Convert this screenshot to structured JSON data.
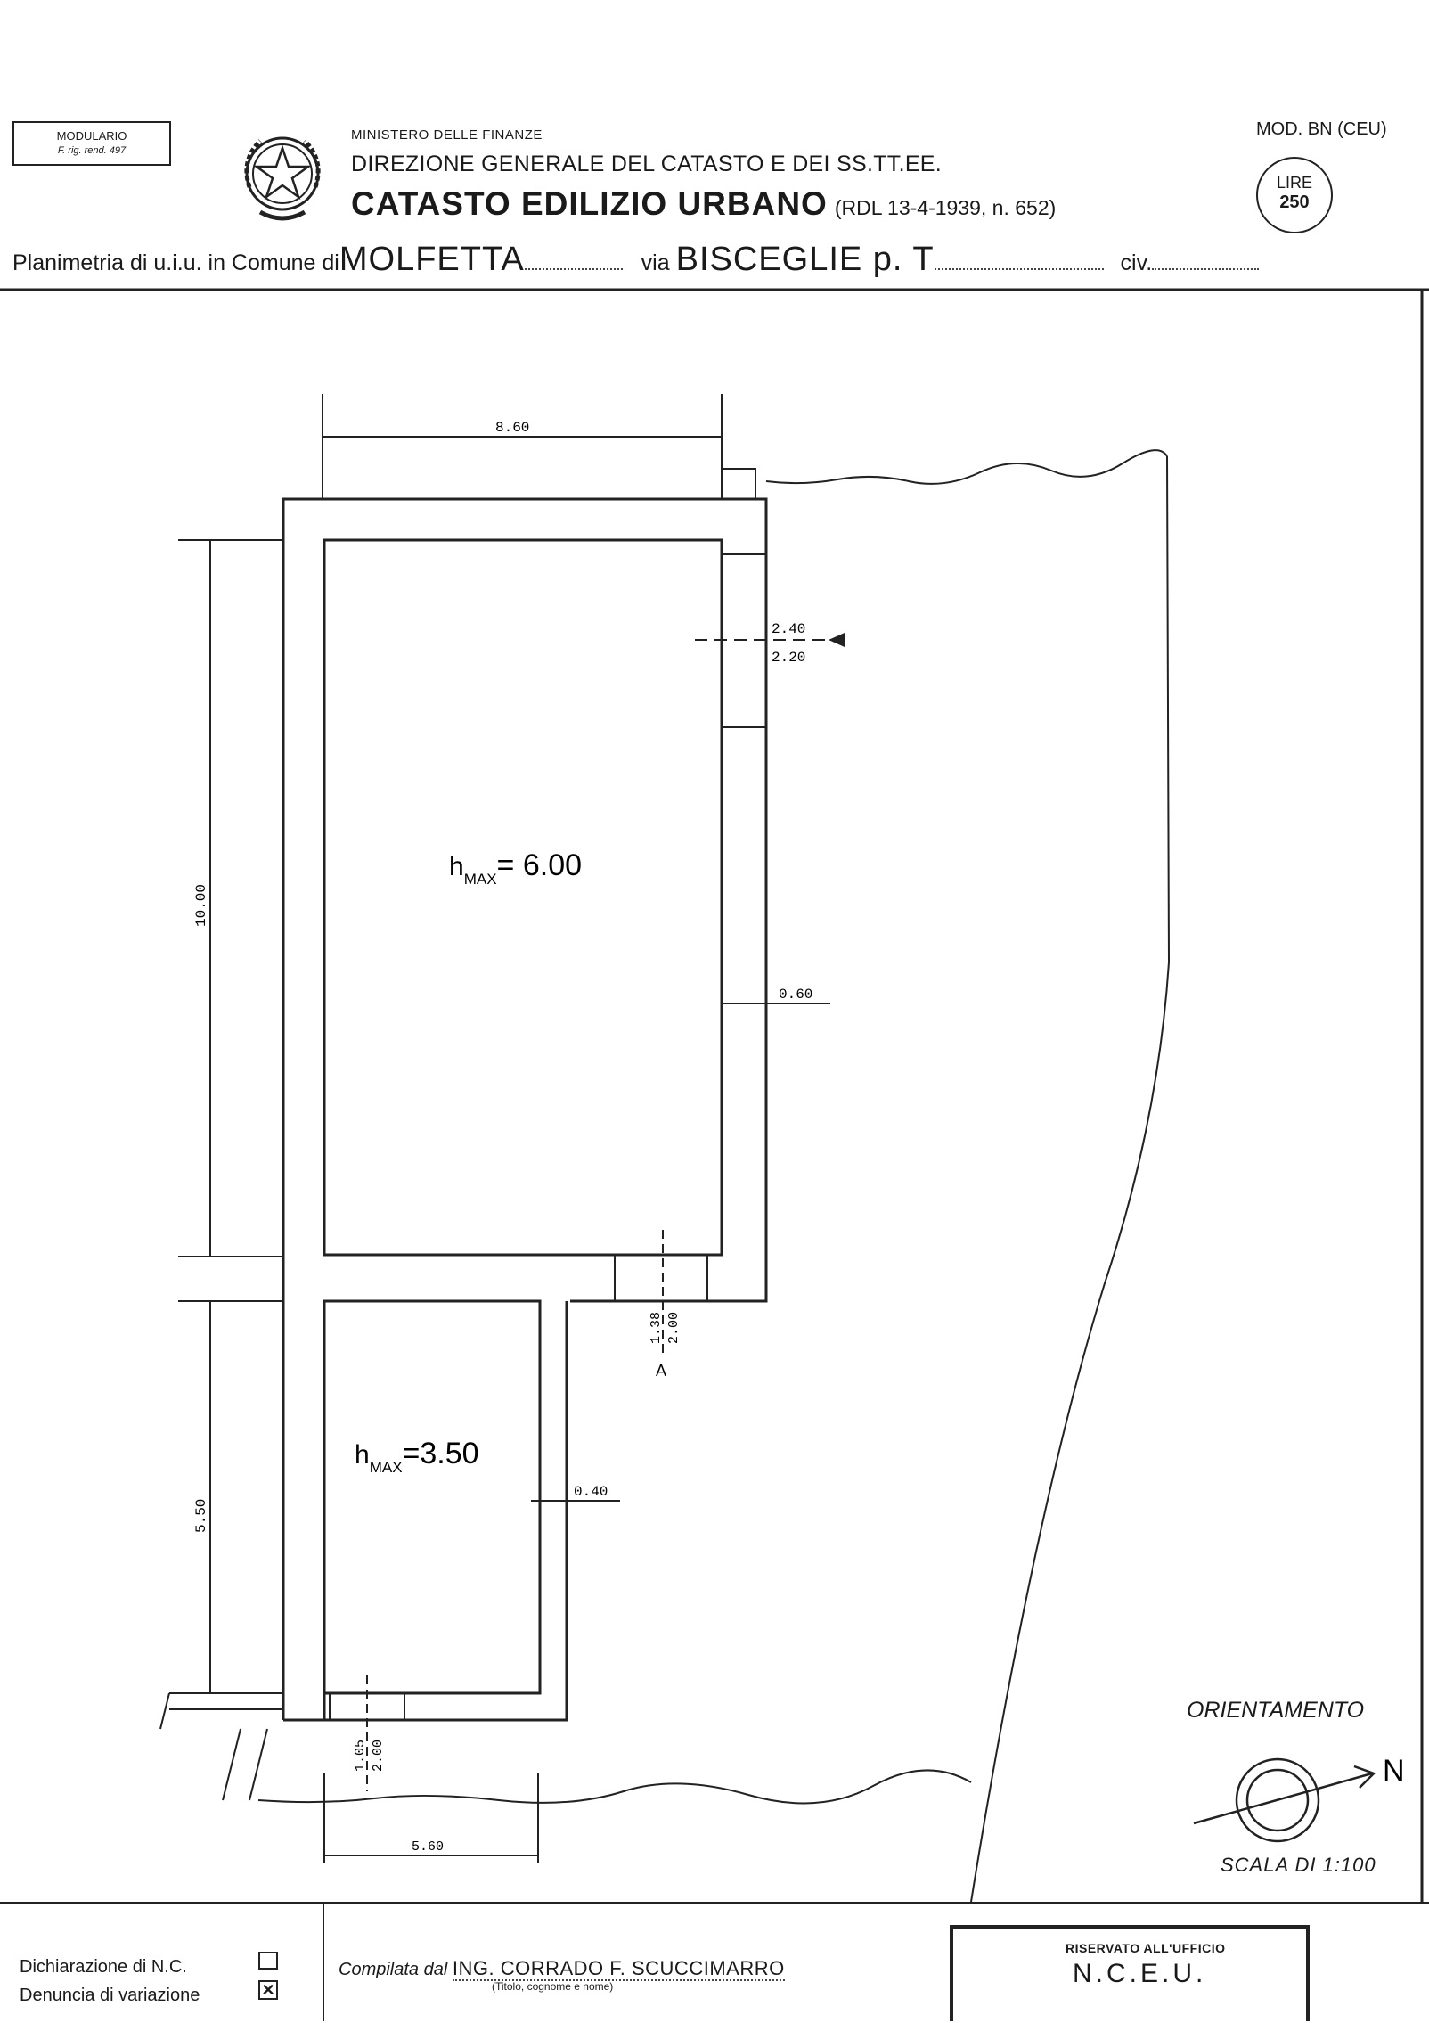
{
  "header": {
    "modulario_line1": "MODULARIO",
    "modulario_line2": "F. rig. rend. 497",
    "ministry": "MINISTERO DELLE FINANZE",
    "direction": "DIREZIONE GENERALE DEL CATASTO E DEI SS.TT.EE.",
    "catasto": "CATASTO EDILIZIO URBANO",
    "rdl": "(RDL 13-4-1939, n. 652)",
    "mod_code": "MOD. BN (CEU)",
    "lire_label": "LIRE",
    "lire_value": "250"
  },
  "plan_line": {
    "prefix": "Planimetria di u.i.u. in Comune di",
    "comune": "MOLFETTA",
    "via_label": "via",
    "via": "BISCEGLIE  p. T",
    "civ_label": "civ."
  },
  "drawing": {
    "dim_top": "8.60",
    "dim_left_upper": "10.00",
    "dim_left_lower": "5.50",
    "dim_window_a": "2.40",
    "dim_window_b": "2.20",
    "dim_wall_right": "0.60",
    "dim_door1_a": "1.38",
    "dim_door1_b": "2.00",
    "dim_wall_lower": "0.40",
    "dim_door2_a": "1.05",
    "dim_door2_b": "2.00",
    "dim_bottom": "5.60",
    "room_upper_h": "h",
    "room_upper_sub": "MAX",
    "room_upper_val": "= 6.00",
    "room_lower_h": "h",
    "room_lower_sub": "MAX",
    "room_lower_val": "=3.50",
    "section_mark": "A",
    "north": "N"
  },
  "orientamento": "ORIENTAMENTO",
  "scala": "SCALA DI 1:100",
  "footer": {
    "dichiarazione": "Dichiarazione di N.C.",
    "denuncia": "Denuncia di  variazione",
    "denuncia_mark": "✕",
    "compilata_label": "Compilata dal",
    "compilata_by": "ING. CORRADO  F. SCUCCIMARRO",
    "titolo_note": "(Titolo, cognome e nome)",
    "riservato": "RISERVATO ALL'UFFICIO",
    "ncer": "N.C.E.U."
  }
}
